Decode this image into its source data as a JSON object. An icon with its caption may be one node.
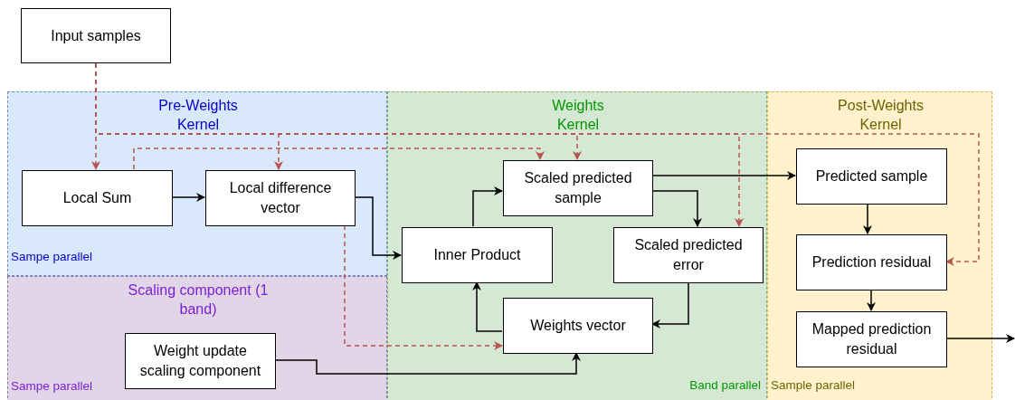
{
  "diagram": {
    "nodes": [
      {
        "text": [
          "Input samples"
        ]
      },
      {
        "text": [
          "Pre-Weights Kernel",
          "Sampe parallel"
        ]
      },
      {
        "text": [
          "Scaling component (1 band)",
          "Sampe parallel"
        ]
      },
      {
        "text": [
          "Weights Kernel",
          "Band parallel"
        ]
      },
      {
        "text": [
          "Post-Weights Kernel",
          "Sample parallel"
        ]
      },
      {
        "text": [
          "Local Sum"
        ],
        "in": 1
      },
      {
        "text": [
          "Local difference vector"
        ],
        "in": 1
      },
      {
        "text": [
          "Weight update scaling component"
        ],
        "in": 2
      },
      {
        "text": [
          "Scaled predicted sample"
        ],
        "in": 3
      },
      {
        "text": [
          "Inner Product"
        ],
        "in": 3
      },
      {
        "text": [
          "Scaled predicted error"
        ],
        "in": 3
      },
      {
        "text": [
          "Weights vector"
        ],
        "in": 3
      },
      {
        "text": [
          "Predicted sample"
        ],
        "in": 4
      },
      {
        "text": [
          "Prediction residual"
        ],
        "in": 4
      },
      {
        "text": [
          "Mapped prediction residual"
        ],
        "in": 4
      }
    ],
    "edges": [
      {
        "from": 5,
        "to": 6,
        "arrow": "to"
      },
      {
        "from": 6,
        "to": 9,
        "arrow": "to"
      },
      {
        "from": 9,
        "to": 8,
        "arrow": "to"
      },
      {
        "from": 8,
        "to": 12,
        "arrow": "to"
      },
      {
        "from": 8,
        "to": 10,
        "arrow": "to"
      },
      {
        "from": 10,
        "to": 11,
        "arrow": "to"
      },
      {
        "from": 11,
        "to": 9,
        "arrow": "to"
      },
      {
        "from": 7,
        "to": 11,
        "arrow": "to"
      },
      {
        "from": 12,
        "to": 13,
        "arrow": "to"
      },
      {
        "from": 13,
        "to": 14,
        "arrow": "to"
      },
      {
        "from": 14,
        "to": null,
        "arrow": "to"
      },
      {
        "from": 0,
        "to": 5,
        "arrow": "to",
        "style": "dashed",
        "color": "#b85450"
      },
      {
        "from": 0,
        "to": 6,
        "arrow": "to",
        "style": "dashed",
        "color": "#b85450"
      },
      {
        "from": 0,
        "to": 8,
        "arrow": "to",
        "style": "dashed",
        "color": "#b85450"
      },
      {
        "from": 0,
        "to": 10,
        "arrow": "to",
        "style": "dashed",
        "color": "#b85450"
      },
      {
        "from": 0,
        "to": 13,
        "arrow": "to",
        "style": "dashed",
        "color": "#b85450"
      },
      {
        "from": 5,
        "to": 8,
        "arrow": "to",
        "style": "dashed",
        "color": "#b85450"
      },
      {
        "from": 6,
        "to": 11,
        "arrow": "to",
        "style": "dashed",
        "color": "#b85450"
      }
    ]
  }
}
